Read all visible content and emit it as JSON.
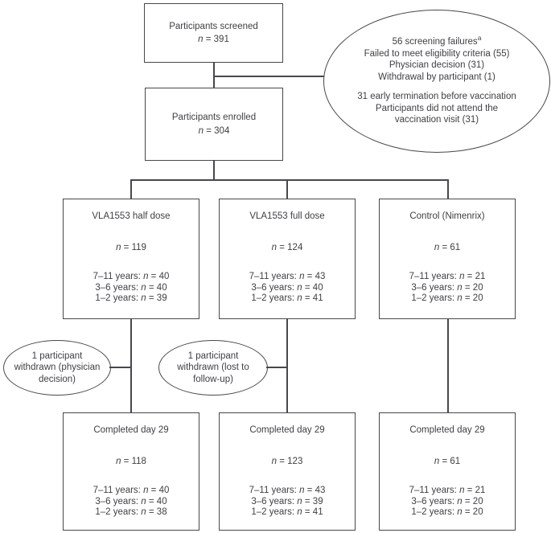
{
  "palette": {
    "line_color": "#47484c",
    "text_color": "#3e3f43",
    "background": "#ffffff"
  },
  "screened_box": {
    "title": "Participants screened",
    "n_line": "n = 391"
  },
  "failures_ellipse": {
    "heading": "56 screening failures",
    "footnote_marker": "a",
    "reasons": [
      "Failed to meet eligibility criteria (55)",
      "Physician decision (31)",
      "Withdrawal by participant (1)"
    ],
    "early_termination": "31 early termination before vaccination",
    "no_show": "Participants did not attend the vaccination visit (31)"
  },
  "enrolled_box": {
    "title": "Participants enrolled",
    "n_line": "n = 304"
  },
  "arm_boxes": [
    {
      "title": "VLA1553 half dose",
      "n_line": "n = 119",
      "age_lines": [
        "7–11 years: n = 40",
        "3–6 years: n = 40",
        "1–2 years: n = 39"
      ]
    },
    {
      "title": "VLA1553 full dose",
      "n_line": "n = 124",
      "age_lines": [
        "7–11 years: n = 43",
        "3–6 years: n = 40",
        "1–2 years: n = 41"
      ]
    },
    {
      "title": "Control (Nimenrix)",
      "n_line": "n = 61",
      "age_lines": [
        "7–11 years: n = 21",
        "3–6 years: n = 20",
        "1–2 years: n = 20"
      ]
    }
  ],
  "withdrawal_ellipses": [
    {
      "text": "1 participant withdrawn (physician decision)"
    },
    {
      "text": "1 participant withdrawn (lost to follow-up)"
    }
  ],
  "completed_boxes": [
    {
      "title": "Completed day 29",
      "n_line": "n = 118",
      "age_lines": [
        "7–11 years: n = 40",
        "3–6 years: n = 40",
        "1–2 years: n = 38"
      ]
    },
    {
      "title": "Completed day 29",
      "n_line": "n = 123",
      "age_lines": [
        "7–11 years: n = 43",
        "3–6 years: n = 39",
        "1–2 years: n = 41"
      ]
    },
    {
      "title": "Completed day 29",
      "n_line": "n = 61",
      "age_lines": [
        "7–11 years: n = 21",
        "3–6 years: n = 20",
        "1–2 years: n = 20"
      ]
    }
  ]
}
